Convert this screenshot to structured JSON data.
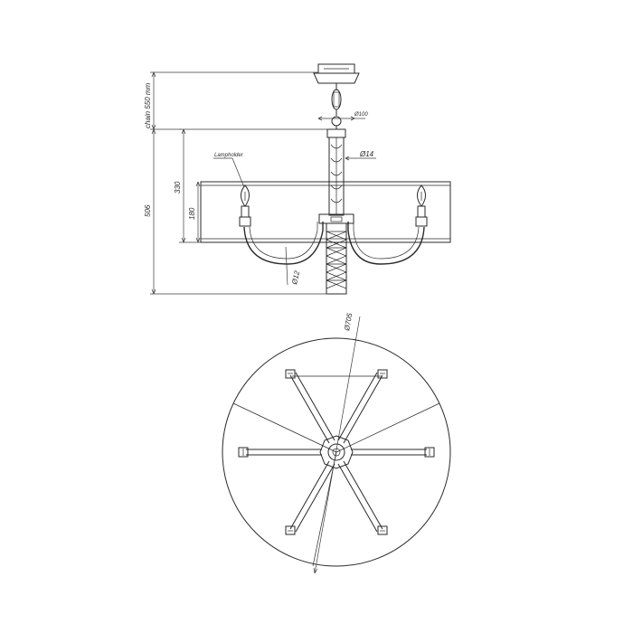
{
  "dimensions": {
    "chain": "chain 550 mm",
    "height_total": "506",
    "height_arm": "330",
    "height_shade": "180",
    "canopy_diameter": "Ø100",
    "rod_diameter": "Ø14",
    "arm_diameter": "Ø12",
    "shade_diameter": "Ø705",
    "lampholder": "Lampholder"
  },
  "colors": {
    "line": "#2a2a2a",
    "background": "#ffffff"
  }
}
